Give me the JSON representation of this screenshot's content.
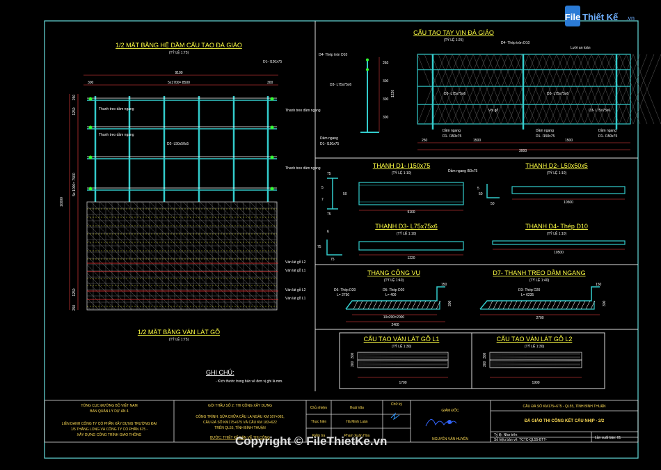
{
  "logo": {
    "brand": "File",
    "brand2": "Thiết Kế",
    "tld": ".vn"
  },
  "watermark": {
    "text": "Copyright © FileThietKe.vn"
  },
  "plan_top": {
    "title": "1/2 MẶT BẰNG HỆ DẦM CẤU TẠO ĐÀ GIÁO",
    "scale": "(TỶ LỆ 1:75)",
    "dims": {
      "total": "9100",
      "span": "5x1700= 8500",
      "edge_l": "300",
      "edge_r": "300",
      "beam_d1": "D1- I150x75",
      "beam_d2": "D2- L50x50x5",
      "side_total": "10000",
      "side_mid": "5x 1000= 7500",
      "side_a": "1250",
      "side_b": "1250",
      "side_c": "250",
      "side_d": "250"
    },
    "labels": {
      "hanger1": "Thanh treo dầm ngang",
      "hanger2": "Thanh treo dầm ngang",
      "hanger3": "Thanh treo dầm ngang",
      "hanger4": "Thanh treo dầm ngang"
    }
  },
  "plan_bottom": {
    "title": "1/2 MẶT BẰNG VÁN LÁT GỖ",
    "scale": "(TỶ LỆ 1:75)",
    "labels": {
      "l2a": "Ván lát gỗ L2",
      "l1a": "Ván lát gỗ L1",
      "l2b": "Ván lát gỗ L2",
      "l1b": "Ván lát gỗ L1"
    }
  },
  "note": {
    "title": "GHI CHÚ:",
    "text": "- Kích thước trong bản vẽ đơn vị ghi là mm."
  },
  "railing": {
    "title": "CẤU TẠO TAY VỊN ĐÀ GIÁO",
    "scale": "(TỶ LỆ 1:25)",
    "labels": {
      "d4": "D4- Thép tròn D10",
      "d3": "D3- L75x75x6",
      "beam": "Dầm ngang",
      "d1": "D1- I150x75",
      "d4b": "D4- Thép tròn D10",
      "mesh": "Lưới an toàn",
      "d3b": "D3- L75x75x6",
      "d3c": "D3- L75x75x6",
      "d3d": "D3- L75x75x6",
      "post": "Vòi gỗ",
      "b1": "Dầm ngang",
      "b1s": "D1- I150x75",
      "b2": "Dầm ngang",
      "b2s": "D1- I150x75",
      "b3": "Dầm ngang",
      "b3s": "D1- I150x75"
    },
    "dims": {
      "h1": "250",
      "h2": "300",
      "h3": "300",
      "h4": "300",
      "ht": "1220",
      "w1": "250",
      "w2": "1500",
      "w3": "1500",
      "wt": "3000"
    }
  },
  "bars": {
    "d1": {
      "title": "THANH D1- I150x75",
      "scale": "(TỶ LỆ 1:10)",
      "len": "9100",
      "note": "Dầm ngang I50x75",
      "s1": "75",
      "s2": "50",
      "s3": "75",
      "s4": "5",
      "s5": "7"
    },
    "d2": {
      "title": "THANH D2- L50x50x5",
      "scale": "(TỶ LỆ 1:10)",
      "len": "10500",
      "s1": "5",
      "s2": "50",
      "s3": "50"
    },
    "d3": {
      "title": "THANH D3- L75x75x6",
      "scale": "(TỶ LỆ 1:10)",
      "len": "1220",
      "s1": "6",
      "s2": "75",
      "s3": "75"
    },
    "d4": {
      "title": "THANH D4- Thép D10",
      "scale": "(TỶ LỆ 1:10)",
      "len": "10500"
    }
  },
  "stair": {
    "title": "THANG CÔNG VỤ",
    "scale": "(TỶ LỆ 1:40)",
    "l1": "D6- Thép D20",
    "l1b": "L= 2750",
    "l2": "D5- Thép D20",
    "l2b": "L= 400",
    "d1": "150",
    "d2": "300",
    "d3": "10x200=2000",
    "d4": "2400"
  },
  "hanger": {
    "title": "D7- THANH TREO DẦM NGANG",
    "scale": "(TỶ LỆ 1:40)",
    "l1": "D3- Thép D20",
    "l1b": "L= 6235",
    "d1": "150",
    "d2": "300",
    "d3": "2700"
  },
  "plank_l1": {
    "title": "CẤU TẠO VÁN LÁT GỖ L1",
    "scale": "(TỶ LỆ 1:30)",
    "w": "1700",
    "h1": "300",
    "h2": "300"
  },
  "plank_l2": {
    "title": "CẤU TẠO VÁN LÁT GỖ L2",
    "scale": "(TỶ LỆ 1:30)",
    "w": "1900",
    "h1": "300",
    "h2": "300"
  },
  "titleblock": {
    "owner1": "TỔNG CỤC ĐƯỜNG BỘ VIỆT NAM",
    "owner2": "BAN QUẢN LÝ DỰ ÁN 4",
    "contractor1": "LIÊN DANH CÔNG TY CỔ PHẦN XÂY DỰNG TRƯỜNG ĐẠI",
    "contractor2": "1/5 THĂNG LONG VÀ CÔNG TY CỔ PHẦN 675 -",
    "contractor3": "XÂY DỰNG CÔNG TRÌNH GIAO THÔNG",
    "package": "GÓI THẦU SỐ 2: THI CÔNG XÂY DỰNG",
    "project1": "CÔNG TRÌNH: SỬA CHỮA CẦU LA NGÀU KM 167+065,",
    "project2": "CẦU ĐÁ SỐ KM175+675 VÀ CẦU KM 183+622",
    "project3": "TRÊN QL55, TỈNH BÌNH THUẬN",
    "step": "BƯỚC: THIẾT KẾ BẢN VẼ THI CÔNG",
    "roles": [
      "Chủ nhiệm",
      "Thực hiện",
      "Kiểm tra"
    ],
    "names": [
      "Hoài Văn",
      "Hà Minh Luân",
      "Phạm Xuân Hòa"
    ],
    "sign": "Chữ ký",
    "director": "GIÁM ĐỐC",
    "director_name": "NGUYỄN VĂN HUYÊN",
    "bridge": "CẦU ĐÁ SỐ KM175+675 - QL55, TỈNH BÌNH THUẬN",
    "drawing": "ĐÀ GIÁO THI CÔNG KẾT CẤU NHỊP - 2/2",
    "r1": "Tỷ lệ: Như trên",
    "r2": "Số hiệu bản vẽ: TCTC-QL55-BTT-",
    "r3": "Lần xuất bản: 01"
  }
}
